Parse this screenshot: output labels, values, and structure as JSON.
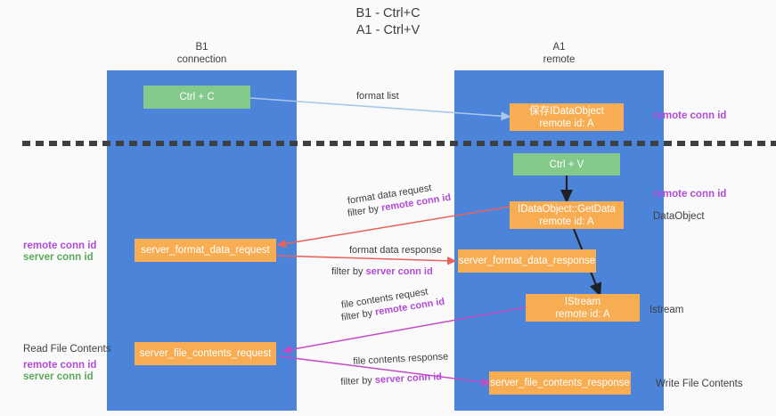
{
  "title": {
    "line1": "B1 - Ctrl+C",
    "line2": "A1 - Ctrl+V"
  },
  "columns": [
    {
      "id": "b1",
      "name": "B1",
      "role": "connection"
    },
    {
      "id": "a1",
      "name": "A1",
      "role": "remote"
    }
  ],
  "colors": {
    "lane": "#4c84da",
    "green_node": "#83c98a",
    "orange_node": "#f8ad52",
    "purple_text": "#b14cd4",
    "green_text": "#5aaa5a",
    "blue_arrow": "#a8c7ea",
    "red_arrow": "#e8625c",
    "magenta_arrow": "#c44bc4",
    "black_arrow": "#202124",
    "background": "#fafafa",
    "text": "#3c4043"
  },
  "nodes": {
    "ctrl_c": {
      "label": "Ctrl + C",
      "kind": "green"
    },
    "save_idataobject": {
      "label_line1": "保存IDataObject",
      "label_line2": "remote id: A",
      "kind": "orange"
    },
    "ctrl_v": {
      "label": "Ctrl + V",
      "kind": "green"
    },
    "getdata": {
      "label_line1": "IDataObject::GetData",
      "label_line2": "remote id: A",
      "kind": "orange"
    },
    "server_format_data_request": {
      "label": "server_format_data_request",
      "kind": "orange"
    },
    "server_format_data_response": {
      "label": "server_format_data_response",
      "kind": "orange"
    },
    "istream": {
      "label_line1": "IStream",
      "label_line2": "remote id: A",
      "kind": "orange"
    },
    "server_file_contents_request": {
      "label": "server_file_contents_request",
      "kind": "orange"
    },
    "server_file_contents_response": {
      "label": "server_file_contents_response",
      "kind": "orange"
    }
  },
  "edge_labels": {
    "format_list": "format list",
    "format_data_request": "format data request",
    "format_data_request_filter_prefix": "filter by ",
    "format_data_request_filter_key": "remote conn id",
    "format_data_response": "format data response",
    "format_data_response_filter_prefix": "filter by ",
    "format_data_response_filter_key": "server conn id",
    "file_contents_request": "file contents request",
    "file_contents_request_filter_prefix": "filter by ",
    "file_contents_request_filter_key": "remote conn id",
    "file_contents_response": "file contents response",
    "file_contents_response_filter_prefix": "filter by ",
    "file_contents_response_filter_key": "server conn id"
  },
  "annotations": {
    "right_remote_conn_id_top": "remote conn id",
    "right_remote_conn_id_mid": "remote conn id",
    "right_dataobject": "DataObject",
    "right_istream": "Istream",
    "right_write_file_contents": "Write File Contents",
    "left_remote_conn_id_mid": "remote conn id",
    "left_server_conn_id_mid": "server conn id",
    "left_read_file_contents": "Read File Contents",
    "left_remote_conn_id_bottom": "remote conn id",
    "left_server_conn_id_bottom": "server conn id"
  }
}
